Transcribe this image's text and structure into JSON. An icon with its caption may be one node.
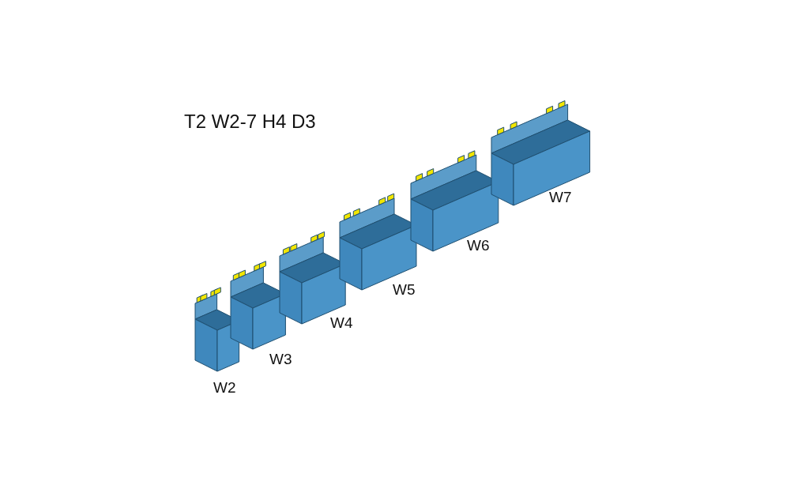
{
  "diagram": {
    "title": "T2 W2-7 H4 D3",
    "labels": [
      "W2",
      "W3",
      "W4",
      "W5",
      "W6",
      "W7"
    ]
  }
}
